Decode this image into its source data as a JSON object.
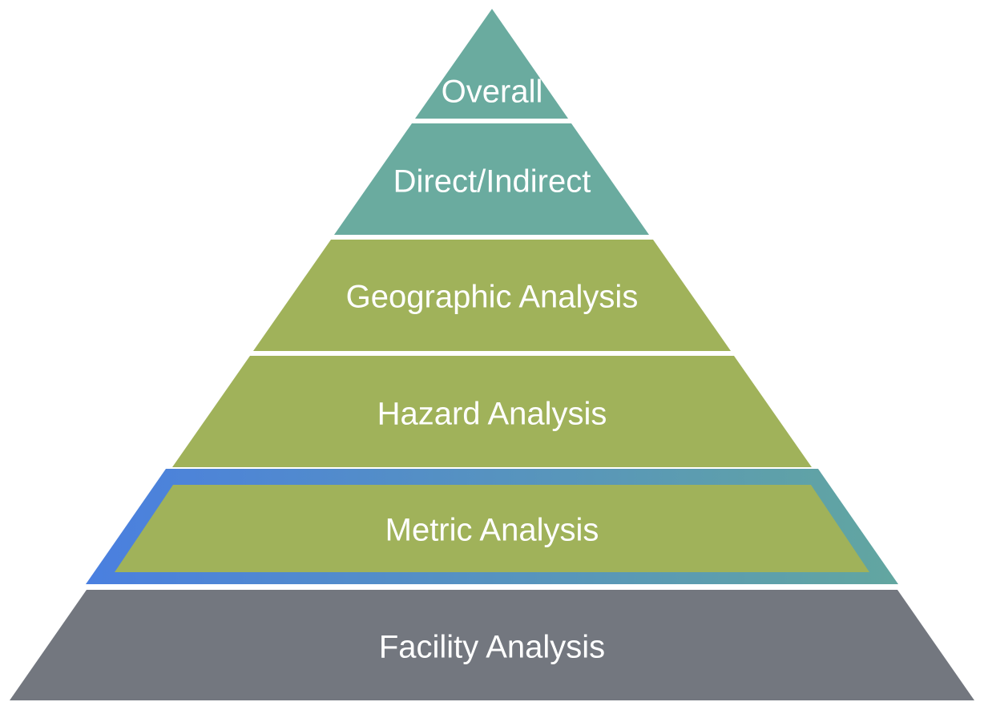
{
  "diagram": {
    "type": "pyramid",
    "colors": {
      "top_tiers": "#6aab9f",
      "middle_tiers": "#a0b25a",
      "base_tier": "#73777f",
      "highlight_gradient_start": "#4a7fe0",
      "highlight_gradient_end": "#62a6a0"
    },
    "tiers": [
      {
        "label": "Overall",
        "color": "#6aab9f",
        "highlighted": false
      },
      {
        "label": "Direct/Indirect",
        "color": "#6aab9f",
        "highlighted": false
      },
      {
        "label": "Geographic Analysis",
        "color": "#a0b25a",
        "highlighted": false
      },
      {
        "label": "Hazard Analysis",
        "color": "#a0b25a",
        "highlighted": false
      },
      {
        "label": "Metric Analysis",
        "color": "#a0b25a",
        "highlighted": true
      },
      {
        "label": "Facility Analysis",
        "color": "#73777f",
        "highlighted": false
      }
    ]
  }
}
